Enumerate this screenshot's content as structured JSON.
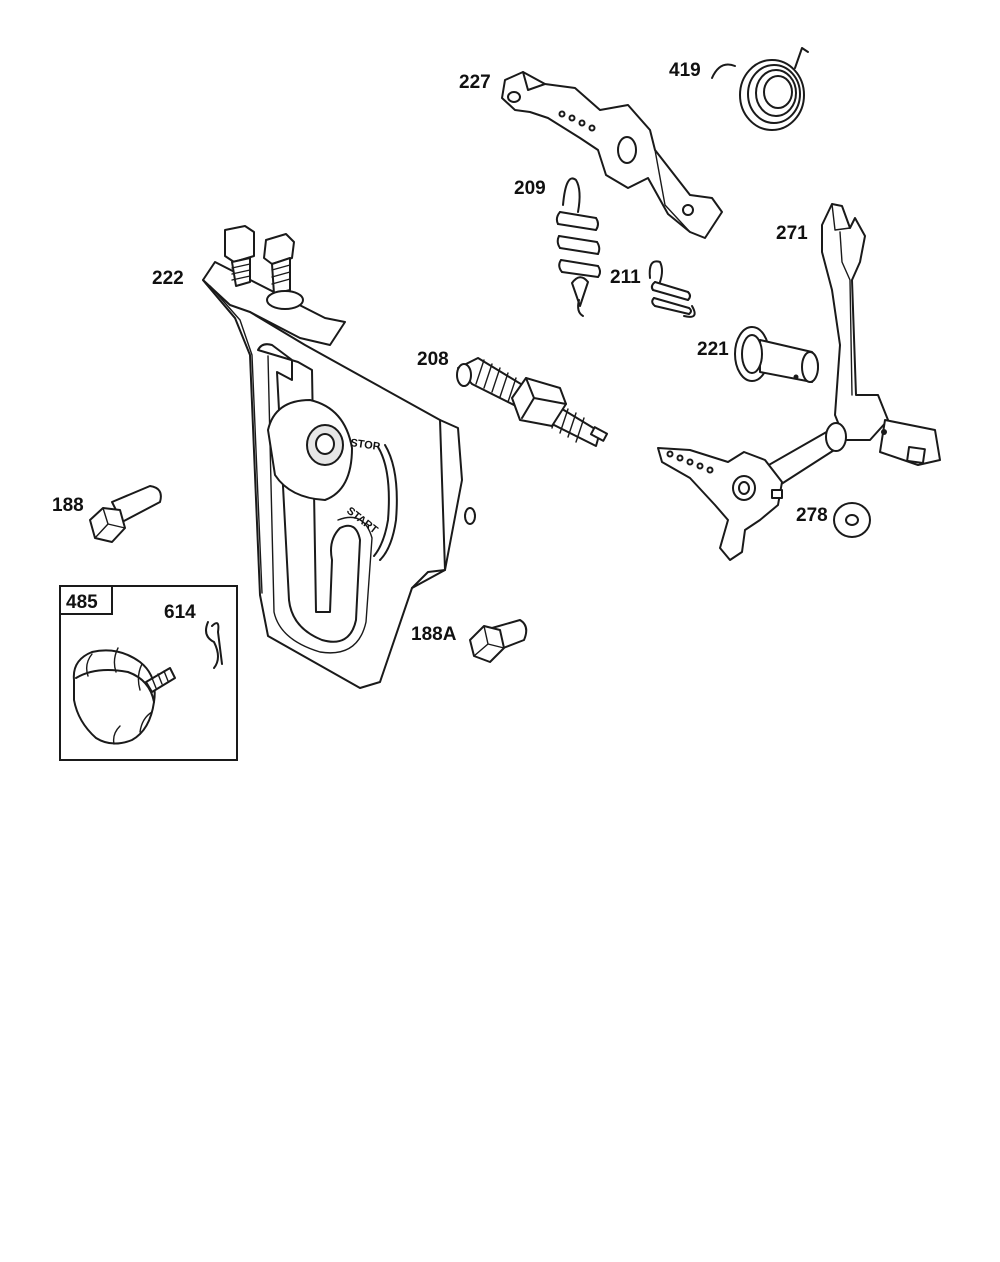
{
  "diagram": {
    "callouts": {
      "c227": "227",
      "c419": "419",
      "c209": "209",
      "c271": "271",
      "c222": "222",
      "c211": "211",
      "c221": "221",
      "c208": "208",
      "c188": "188",
      "c278": "278",
      "c485": "485",
      "c614": "614",
      "c188a": "188A"
    },
    "bracket_markings": {
      "stop": "STOP",
      "start": "START"
    }
  }
}
